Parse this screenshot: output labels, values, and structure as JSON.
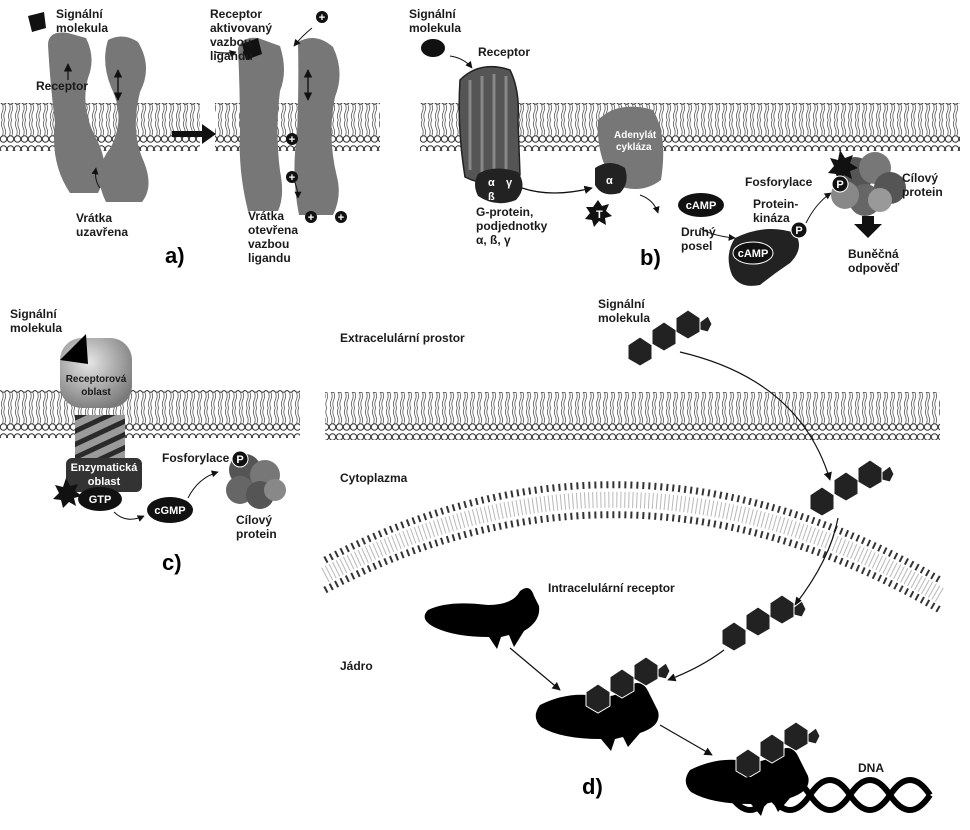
{
  "panels": {
    "a": {
      "letter": "a)",
      "signal_molecule": [
        "Signální",
        "molekula"
      ],
      "receptor": "Receptor",
      "receptor_activated": [
        "Receptor",
        "aktivovaný",
        "vazbou",
        "ligandu"
      ],
      "gate_closed": [
        "Vrátka",
        "uzavřena"
      ],
      "gate_open": [
        "Vrátka",
        "otevřena",
        "vazbou",
        "ligandu"
      ],
      "ion_symbol": "+"
    },
    "b": {
      "letter": "b)",
      "signal_molecule": [
        "Signální",
        "molekula"
      ],
      "receptor": "Receptor",
      "adenylate_cyclase": [
        "Adenylát",
        "cykláza"
      ],
      "g_protein": [
        "G-protein,",
        "podjednotky",
        "α, ß, γ"
      ],
      "alpha": "α",
      "beta": "ß",
      "gamma": "γ",
      "gtp_mark": "T",
      "camp": "cAMP",
      "second_messenger": [
        "Druhý",
        "posel"
      ],
      "protein_kinase": [
        "Protein-",
        "kináza"
      ],
      "phosphorylation": "Fosforylace",
      "phosphate": "P",
      "target_protein": [
        "Cílový",
        "protein"
      ],
      "cell_response": [
        "Buněčná",
        "odpověď"
      ]
    },
    "c": {
      "letter": "c)",
      "signal_molecule": [
        "Signální",
        "molekula"
      ],
      "receptor_domain": [
        "Receptorová",
        "oblast"
      ],
      "enzymatic_domain": [
        "Enzymatická",
        "oblast"
      ],
      "gtp": "GTP",
      "cgmp": "cGMP",
      "phosphorylation": "Fosforylace",
      "phosphate": "P",
      "target_protein": [
        "Cílový",
        "protein"
      ]
    },
    "d": {
      "letter": "d)",
      "signal_molecule": [
        "Signální",
        "molekula"
      ],
      "extracellular_space": "Extracelulární prostor",
      "cytoplasm": "Cytoplazma",
      "intracellular_receptor": "Intracelulární receptor",
      "nucleus": "Jádro",
      "dna": "DNA"
    }
  }
}
